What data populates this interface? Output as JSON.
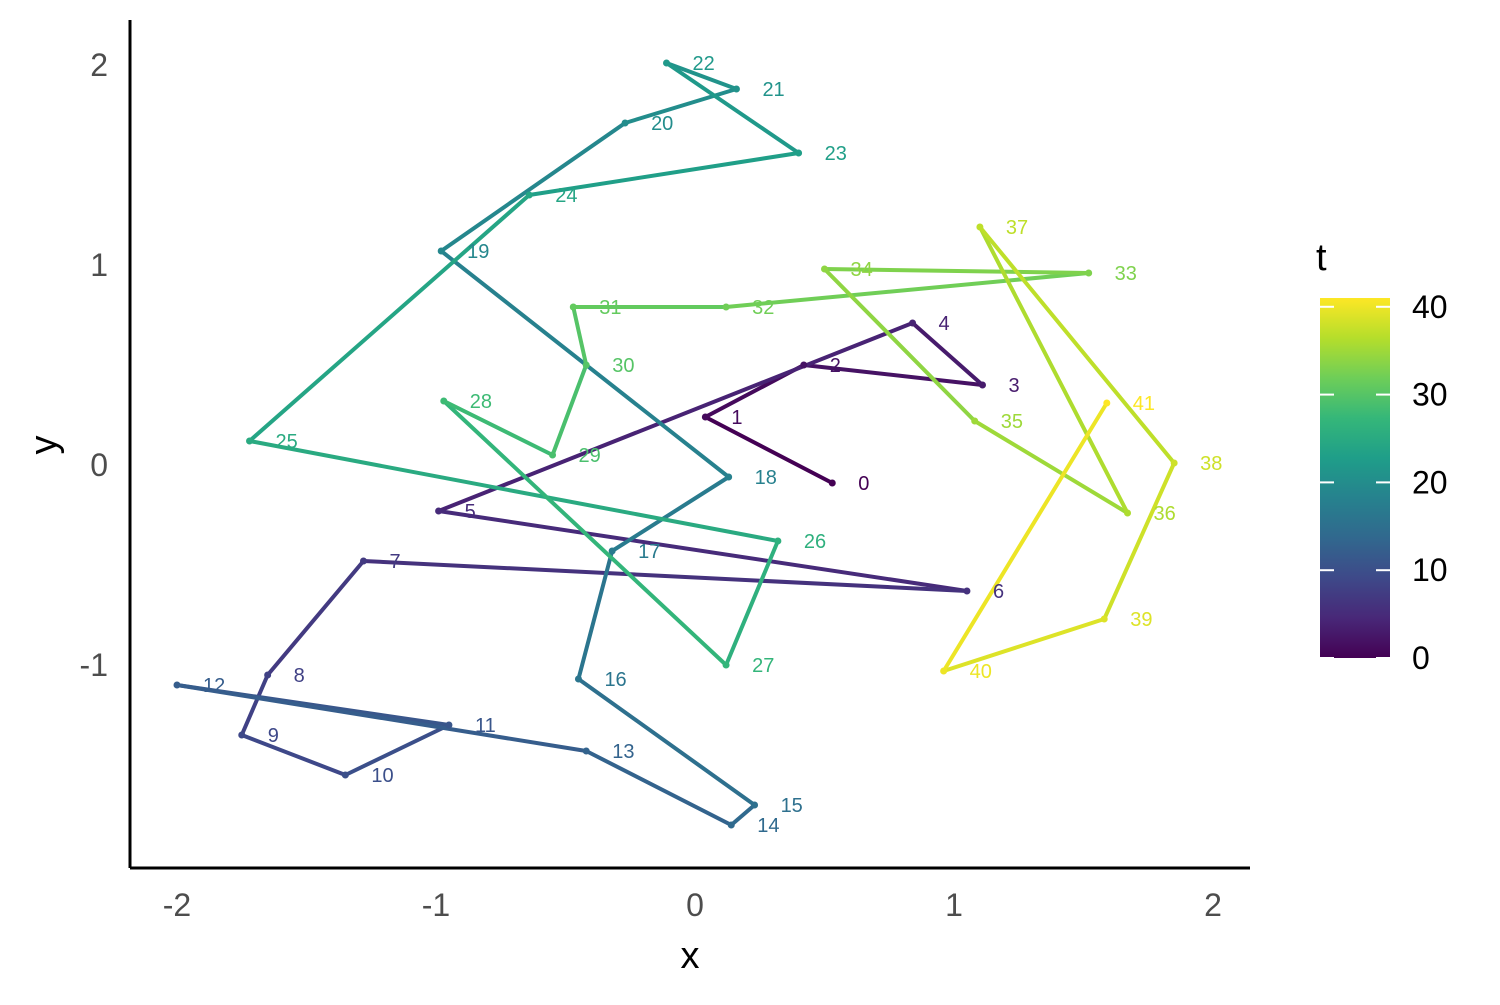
{
  "chart_data": {
    "type": "line",
    "xlabel": "x",
    "ylabel": "y",
    "xlim": [
      -2.2,
      2.2
    ],
    "ylim": [
      -2.0,
      2.2
    ],
    "x_ticks": [
      -2,
      -1,
      0,
      1,
      2
    ],
    "y_ticks": [
      -1,
      0,
      1,
      2
    ],
    "x_tick_labels": [
      "-2",
      "-1",
      "0",
      "1",
      "2"
    ],
    "y_tick_labels": [
      "-1",
      "0",
      "1",
      "2"
    ],
    "grid": false,
    "color_scale": {
      "title": "t",
      "palette": "viridis",
      "range": [
        0,
        41
      ],
      "ticks": [
        0,
        10,
        20,
        30,
        40
      ],
      "tick_labels": [
        "0",
        "10",
        "20",
        "30",
        "40"
      ],
      "position": "right"
    },
    "points": [
      {
        "t": 0,
        "label": "0",
        "x": 0.53,
        "y": -0.09
      },
      {
        "t": 1,
        "label": "1",
        "x": 0.04,
        "y": 0.24
      },
      {
        "t": 2,
        "label": "2",
        "x": 0.42,
        "y": 0.5
      },
      {
        "t": 3,
        "label": "3",
        "x": 1.11,
        "y": 0.4
      },
      {
        "t": 4,
        "label": "4",
        "x": 0.84,
        "y": 0.71
      },
      {
        "t": 5,
        "label": "5",
        "x": -0.99,
        "y": -0.23
      },
      {
        "t": 6,
        "label": "6",
        "x": 1.05,
        "y": -0.63
      },
      {
        "t": 7,
        "label": "7",
        "x": -1.28,
        "y": -0.48
      },
      {
        "t": 8,
        "label": "8",
        "x": -1.65,
        "y": -1.05
      },
      {
        "t": 9,
        "label": "9",
        "x": -1.75,
        "y": -1.35
      },
      {
        "t": 10,
        "label": "10",
        "x": -1.35,
        "y": -1.55
      },
      {
        "t": 11,
        "label": "11",
        "x": -0.95,
        "y": -1.3
      },
      {
        "t": 12,
        "label": "12",
        "x": -2.0,
        "y": -1.1
      },
      {
        "t": 13,
        "label": "13",
        "x": -0.42,
        "y": -1.43
      },
      {
        "t": 14,
        "label": "14",
        "x": 0.14,
        "y": -1.8
      },
      {
        "t": 15,
        "label": "15",
        "x": 0.23,
        "y": -1.7
      },
      {
        "t": 16,
        "label": "16",
        "x": -0.45,
        "y": -1.07
      },
      {
        "t": 17,
        "label": "17",
        "x": -0.32,
        "y": -0.43
      },
      {
        "t": 18,
        "label": "18",
        "x": 0.13,
        "y": -0.06
      },
      {
        "t": 19,
        "label": "19",
        "x": -0.98,
        "y": 1.07
      },
      {
        "t": 20,
        "label": "20",
        "x": -0.27,
        "y": 1.71
      },
      {
        "t": 21,
        "label": "21",
        "x": 0.16,
        "y": 1.88
      },
      {
        "t": 22,
        "label": "22",
        "x": -0.11,
        "y": 2.01
      },
      {
        "t": 23,
        "label": "23",
        "x": 0.4,
        "y": 1.56
      },
      {
        "t": 24,
        "label": "24",
        "x": -0.64,
        "y": 1.35
      },
      {
        "t": 25,
        "label": "25",
        "x": -1.72,
        "y": 0.12
      },
      {
        "t": 26,
        "label": "26",
        "x": 0.32,
        "y": -0.38
      },
      {
        "t": 27,
        "label": "27",
        "x": 0.12,
        "y": -1.0
      },
      {
        "t": 28,
        "label": "28",
        "x": -0.97,
        "y": 0.32
      },
      {
        "t": 29,
        "label": "29",
        "x": -0.55,
        "y": 0.05
      },
      {
        "t": 30,
        "label": "30",
        "x": -0.42,
        "y": 0.5
      },
      {
        "t": 31,
        "label": "31",
        "x": -0.47,
        "y": 0.79
      },
      {
        "t": 32,
        "label": "32",
        "x": 0.12,
        "y": 0.79
      },
      {
        "t": 33,
        "label": "33",
        "x": 1.52,
        "y": 0.96
      },
      {
        "t": 34,
        "label": "34",
        "x": 0.5,
        "y": 0.98
      },
      {
        "t": 35,
        "label": "35",
        "x": 1.08,
        "y": 0.22
      },
      {
        "t": 36,
        "label": "36",
        "x": 1.67,
        "y": -0.24
      },
      {
        "t": 37,
        "label": "37",
        "x": 1.1,
        "y": 1.19
      },
      {
        "t": 38,
        "label": "38",
        "x": 1.85,
        "y": 0.01
      },
      {
        "t": 39,
        "label": "39",
        "x": 1.58,
        "y": -0.77
      },
      {
        "t": 40,
        "label": "40",
        "x": 0.96,
        "y": -1.03
      },
      {
        "t": 41,
        "label": "41",
        "x": 1.59,
        "y": 0.31
      }
    ]
  }
}
